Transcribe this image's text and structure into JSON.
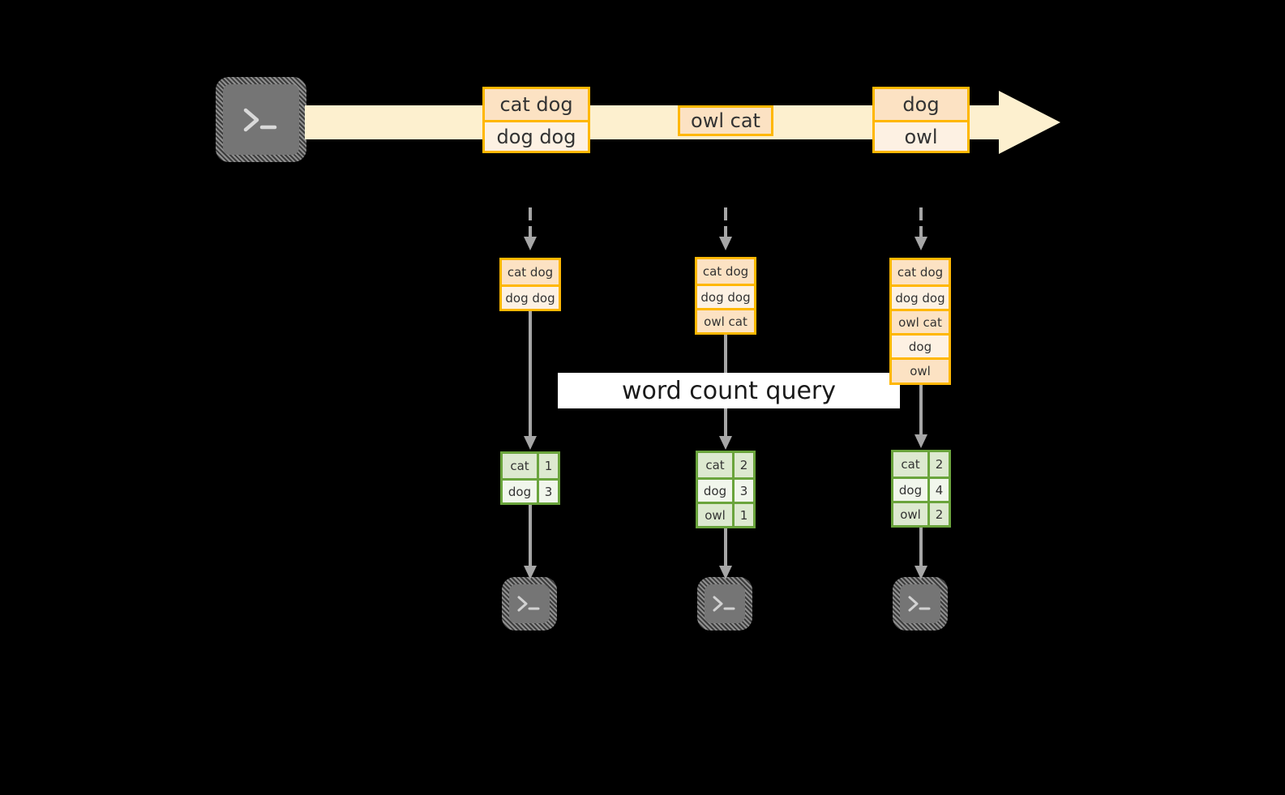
{
  "diagram": {
    "title_banner": {
      "label": "word count query"
    },
    "colors": {
      "stream_fill": "#fdf0cf",
      "record_border": "#ffb700",
      "record_fill_light": "#fdf1e3",
      "record_fill_dark": "#fce2c3",
      "result_border": "#6aa43c",
      "result_fill_dark": "#dde9d0",
      "result_fill_light": "#f1f6ec",
      "arrow_grey": "#a6a6a6",
      "terminal_grey": "#757575",
      "background": "#000000",
      "banner_fill": "#ffffff",
      "text": "#333333"
    },
    "stream": {
      "producer_icon": "terminal-icon",
      "producer_prompt": ">_",
      "groups": [
        {
          "name": "stream-batch-1",
          "records": [
            "cat dog",
            "dog dog"
          ]
        },
        {
          "name": "stream-batch-2",
          "records": [
            "owl cat"
          ]
        },
        {
          "name": "stream-batch-3",
          "records": [
            "dog",
            "owl"
          ]
        }
      ]
    },
    "snapshots": [
      {
        "name": "snapshot-1",
        "records": [
          "cat dog",
          "dog dog"
        ],
        "result_header": null,
        "results": [
          {
            "word": "cat",
            "count": "1"
          },
          {
            "word": "dog",
            "count": "3"
          }
        ],
        "consumer_icon": "terminal-icon",
        "consumer_prompt": ">_"
      },
      {
        "name": "snapshot-2",
        "records": [
          "cat dog",
          "dog dog",
          "owl cat"
        ],
        "result_header": null,
        "results": [
          {
            "word": "cat",
            "count": "2"
          },
          {
            "word": "dog",
            "count": "3"
          },
          {
            "word": "owl",
            "count": "1"
          }
        ],
        "consumer_icon": "terminal-icon",
        "consumer_prompt": ">_"
      },
      {
        "name": "snapshot-3",
        "records": [
          "cat dog",
          "dog dog",
          "owl cat",
          "dog",
          "owl"
        ],
        "result_header": null,
        "results": [
          {
            "word": "cat",
            "count": "2"
          },
          {
            "word": "dog",
            "count": "4"
          },
          {
            "word": "owl",
            "count": "2"
          }
        ],
        "consumer_icon": "terminal-icon",
        "consumer_prompt": ">_"
      }
    ]
  }
}
